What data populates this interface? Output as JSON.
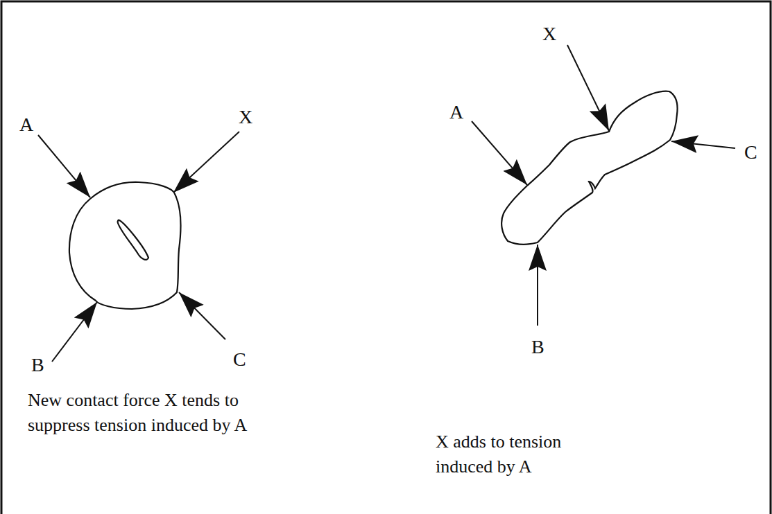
{
  "diagram": {
    "labels": [
      "A",
      "X",
      "B",
      "C",
      "New contact force X tends to suppress tension induced by A",
      "A",
      "X",
      "C",
      "B",
      "X adds to tension induced by A"
    ]
  }
}
